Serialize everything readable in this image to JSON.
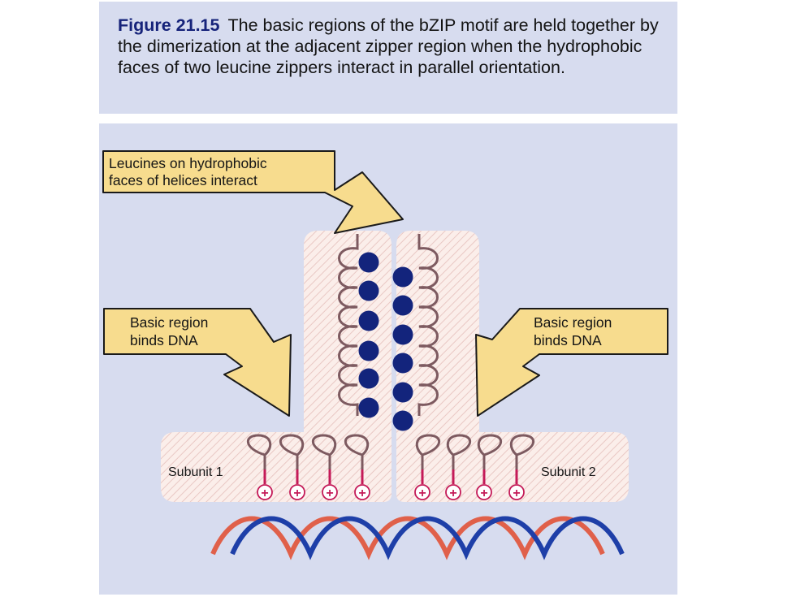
{
  "caption": {
    "figure_label": "Figure 21.15",
    "text": "The basic regions of the bZIP motif are held together by the dimerization at the adjacent zipper region when the hydrophobic faces of two leucine zippers interact in parallel orientation."
  },
  "labels": {
    "leucines_line1": "Leucines on hydrophobic",
    "leucines_line2": "faces of helices interact",
    "basic_left_line1": "Basic region",
    "basic_left_line2": "binds DNA",
    "basic_right_line1": "Basic region",
    "basic_right_line2": "binds DNA",
    "subunit1": "Subunit 1",
    "subunit2": "Subunit 2",
    "charge_symbol": "+"
  },
  "colors": {
    "panel_background": "#d7dcef",
    "callout_fill": "#f7dc8e",
    "protein_fill": "#fbeeea",
    "helix_stroke": "#7d5a60",
    "leucine_dot": "#13247c",
    "charge": "#c41a58",
    "dna_blue": "#1e3fa8",
    "dna_red": "#e0604a",
    "caption_figure_label": "#16237a"
  },
  "icons": {
    "leucine": "filled-navy-circle",
    "basic_residue": "plus-in-circle",
    "helix": "coiled-loop-spring",
    "dna": "double-helix-ribbons"
  }
}
